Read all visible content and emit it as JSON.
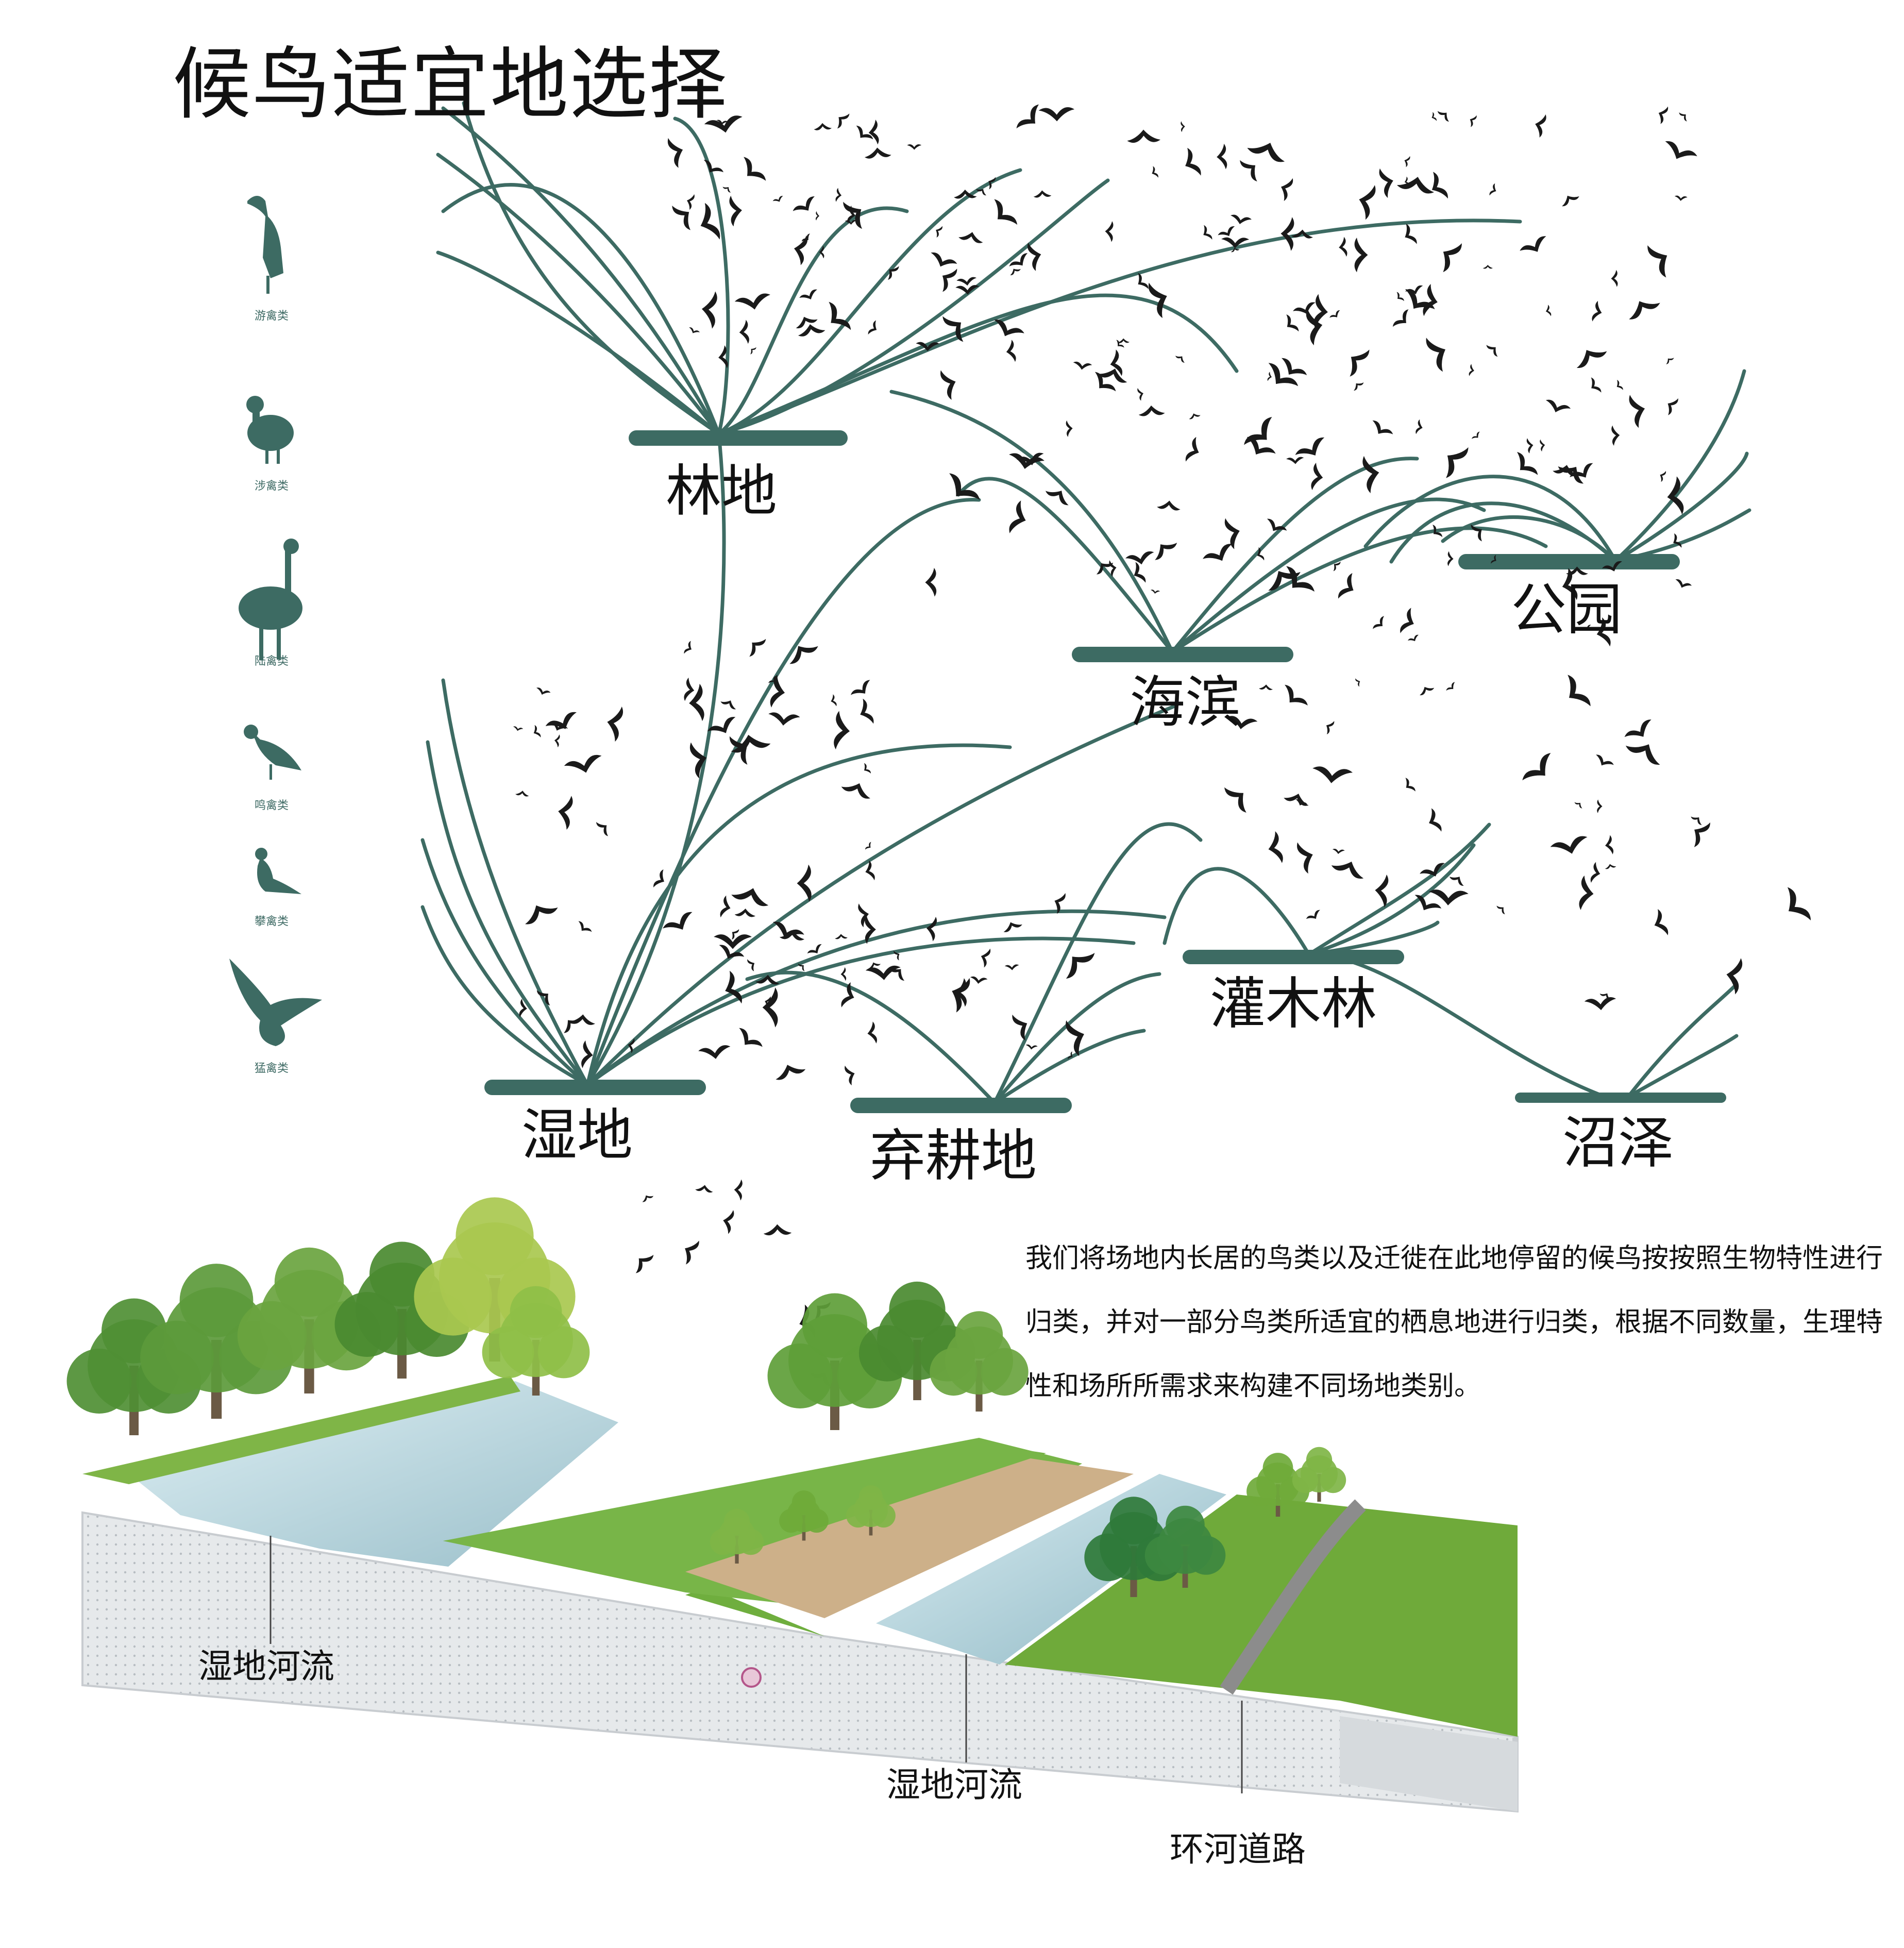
{
  "title": "候鸟适宜地选择",
  "colors": {
    "teal": "#3d6b63",
    "bird": "#1a1a1a",
    "grass": "#6fae3e",
    "tree_dark": "#3f7d2c",
    "tree_light": "#9cc64a",
    "water": "#b9d6df",
    "soil": "#d9dde0",
    "road": "#8c8c8c"
  },
  "bird_categories": [
    {
      "label": "游禽类",
      "icon": "heron-icon"
    },
    {
      "label": "涉禽类",
      "icon": "partridge-icon"
    },
    {
      "label": "陆禽类",
      "icon": "ostrich-icon"
    },
    {
      "label": "鸣禽类",
      "icon": "songbird-icon"
    },
    {
      "label": "攀禽类",
      "icon": "peacock-icon"
    },
    {
      "label": "猛禽类",
      "icon": "eagle-icon"
    }
  ],
  "sites": {
    "woodland": "林地",
    "seaside": "海滨",
    "park": "公园",
    "wetland": "湿地",
    "farmland": "弃耕地",
    "shrub": "灌木林",
    "marsh": "沼泽"
  },
  "description": "我们将场地内长居的鸟类以及迁徙在此地停留的候鸟按按照生物特性进行归类，并对一部分鸟类所适宜的栖息地进行归类，根据不同数量，生理特性和场所所需求来构建不同场地类别。",
  "section_labels": {
    "left": "湿地河流",
    "middle": "湿地河流",
    "right": "环河道路"
  }
}
